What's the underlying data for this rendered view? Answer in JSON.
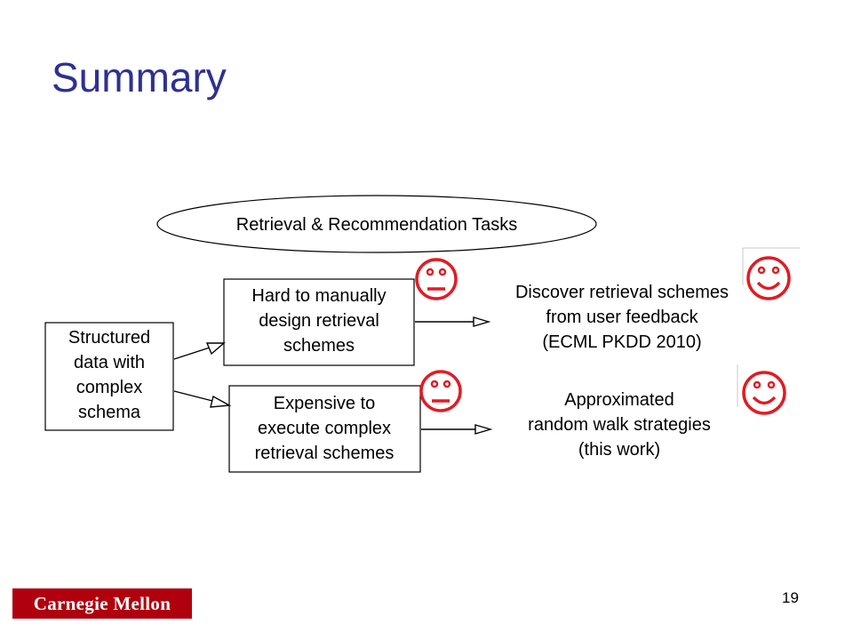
{
  "slide": {
    "title": "Summary",
    "page_number": "19",
    "logo_text": "Carnegie Mellon"
  },
  "colors": {
    "title": "#2e3192",
    "face": "#e31b23",
    "logo_bg": "#b0000e"
  },
  "diagram": {
    "ellipse_label": "Retrieval & Recommendation Tasks",
    "source_box": [
      "Structured",
      "data with",
      "complex",
      "schema"
    ],
    "problem_1": [
      "Hard to manually",
      "design retrieval",
      "schemes"
    ],
    "problem_2": [
      "Expensive to",
      "execute complex",
      "retrieval schemes"
    ],
    "solution_1": [
      "Discover retrieval schemes",
      "from user feedback",
      "(ECML PKDD 2010)"
    ],
    "solution_2": [
      "Approximated",
      "random walk strategies",
      "(this work)"
    ],
    "icons": {
      "problem_1_face": "neutral-face-icon",
      "problem_2_face": "neutral-face-icon",
      "solution_1_face": "smiley-face-icon",
      "solution_2_face": "smiley-face-icon"
    }
  }
}
